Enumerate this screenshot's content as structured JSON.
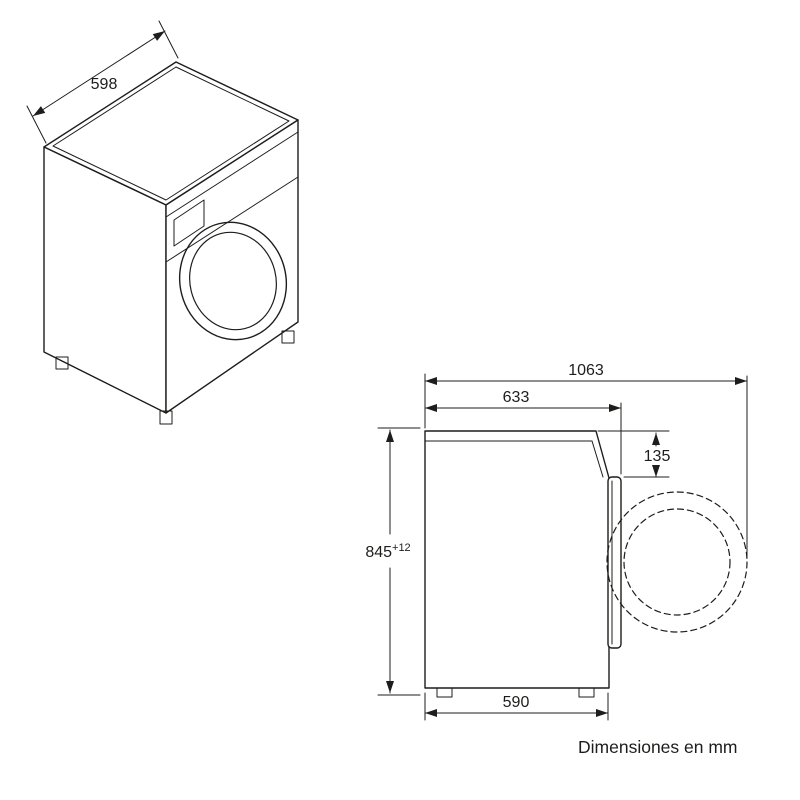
{
  "diagram": {
    "caption": "Dimensiones en mm",
    "background": "#ffffff",
    "line_color": "#1d1d1b",
    "isometric": {
      "width_label": "598"
    },
    "side": {
      "total_depth_label": "1063",
      "depth_label": "633",
      "top_offset_label": "135",
      "height_label": "845",
      "height_tolerance_label": "+12",
      "base_depth_label": "590"
    }
  }
}
